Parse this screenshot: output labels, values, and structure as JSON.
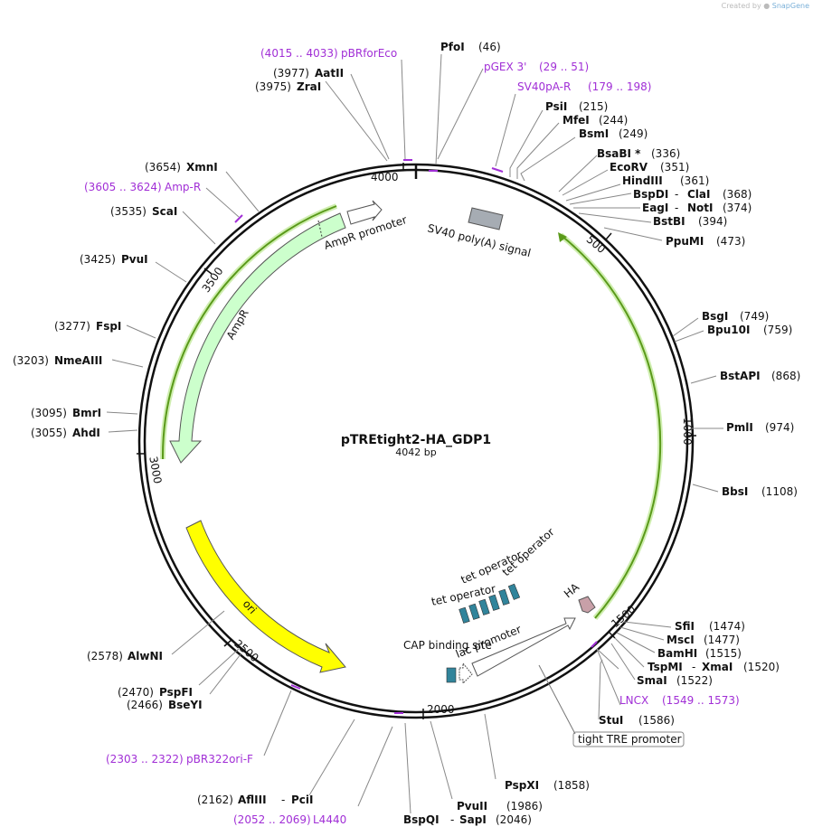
{
  "credit": {
    "prefix": "Created by",
    "brand": "SnapGene"
  },
  "plasmid": {
    "name": "pTREtight2-HA_GDP1",
    "length": "4042 bp"
  },
  "ticks": [
    "500",
    "1000",
    "1500",
    "2000",
    "2500",
    "3000",
    "3500",
    "4000"
  ],
  "enzymes": [
    {
      "name": "PfoI",
      "pos": "(46)"
    },
    {
      "name": "PsiI",
      "pos": "(215)"
    },
    {
      "name": "MfeI",
      "pos": "(244)"
    },
    {
      "name": "BsmI",
      "pos": "(249)"
    },
    {
      "name": "BsaBI *",
      "pos": "(336)"
    },
    {
      "name": "EcoRV",
      "pos": "(351)"
    },
    {
      "name": "HindIII",
      "pos": "(361)"
    },
    {
      "name": "BspDI",
      "name2": "ClaI",
      "pos": "(368)"
    },
    {
      "name": "EagI",
      "name2": "NotI",
      "pos": "(374)"
    },
    {
      "name": "BstBI",
      "pos": "(394)"
    },
    {
      "name": "PpuMI",
      "pos": "(473)"
    },
    {
      "name": "BsgI",
      "pos": "(749)"
    },
    {
      "name": "Bpu10I",
      "pos": "(759)"
    },
    {
      "name": "BstAPI",
      "pos": "(868)"
    },
    {
      "name": "PmlI",
      "pos": "(974)"
    },
    {
      "name": "BbsI",
      "pos": "(1108)"
    },
    {
      "name": "SfiI",
      "pos": "(1474)"
    },
    {
      "name": "MscI",
      "pos": "(1477)"
    },
    {
      "name": "BamHI",
      "pos": "(1515)"
    },
    {
      "name": "TspMI",
      "name2": "XmaI",
      "pos": "(1520)"
    },
    {
      "name": "SmaI",
      "pos": "(1522)"
    },
    {
      "name": "StuI",
      "pos": "(1586)"
    },
    {
      "name": "PspXI",
      "pos": "(1858)"
    },
    {
      "name": "PvuII",
      "pos": "(1986)"
    },
    {
      "name": "BspQI",
      "name2": "SapI",
      "pos": "(2046)"
    },
    {
      "name": "AflIII",
      "name2": "PciI",
      "pos": "(2162)"
    },
    {
      "name": "BseYI",
      "pos": "(2466)"
    },
    {
      "name": "PspFI",
      "pos": "(2470)"
    },
    {
      "name": "AlwNI",
      "pos": "(2578)"
    },
    {
      "name": "AhdI",
      "pos": "(3055)"
    },
    {
      "name": "BmrI",
      "pos": "(3095)"
    },
    {
      "name": "NmeAIII",
      "pos": "(3203)"
    },
    {
      "name": "FspI",
      "pos": "(3277)"
    },
    {
      "name": "PvuI",
      "pos": "(3425)"
    },
    {
      "name": "ScaI",
      "pos": "(3535)"
    },
    {
      "name": "XmnI",
      "pos": "(3654)"
    },
    {
      "name": "ZraI",
      "pos": "(3975)"
    },
    {
      "name": "AatII",
      "pos": "(3977)"
    }
  ],
  "primers": [
    {
      "name": "pBRforEco",
      "range": "(4015 .. 4033)"
    },
    {
      "name": "pGEX 3'",
      "range": "(29 .. 51)"
    },
    {
      "name": "SV40pA-R",
      "range": "(179 .. 198)"
    },
    {
      "name": "LNCX",
      "range": "(1549 .. 1573)"
    },
    {
      "name": "L4440",
      "range": "(2052 .. 2069)"
    },
    {
      "name": "pBR322ori-F",
      "range": "(2303 .. 2322)"
    },
    {
      "name": "Amp-R",
      "range": "(3605 .. 3624)"
    }
  ],
  "features": {
    "sv40": "SV40 poly(A) signal",
    "ampr_promoter": "AmpR promoter",
    "ampr": "AmpR",
    "ori": "ori",
    "tet1": "tet operator",
    "tet2": "tet operator",
    "tet3": "tet operator",
    "cap": "CAP binding site",
    "lac": "lac promoter",
    "ha": "HA",
    "tre": "tight TRE promoter"
  },
  "colors": {
    "backbone": "#111111",
    "primer": "#a12fd6",
    "ampr_fill": "#ccffcc",
    "ori_fill": "#ffff00",
    "sv40_fill": "#a6acb3",
    "tet_fill": "#31849b",
    "ha_fill": "#c8a0a8",
    "green_line": "#5a9a1a"
  }
}
